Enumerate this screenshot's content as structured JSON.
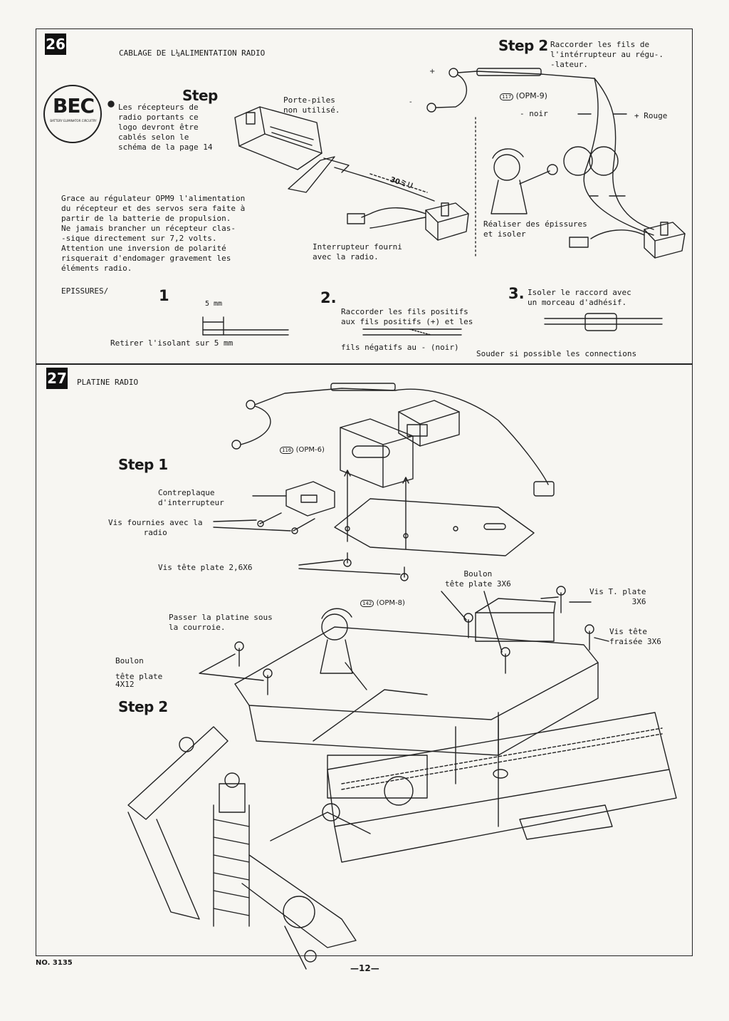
{
  "section26": {
    "number": "26",
    "title": "CABLAGE DE L¼ALIMENTATION RADIO",
    "bec_logo": "BEC",
    "bec_sub": "BATTERY ELIMINATOR CIRCUITRY",
    "step_heading": "Step",
    "bec_note": "Les récepteurs de\nradio portants ce\nlogo devront être\ncablés selon le\nschéma de la page 14",
    "porte_piles": "Porte-piles\nnon utilisé.",
    "cable_length": "30ミリ",
    "interrupteur": "Interrupteur fourni\navec la radio.",
    "grace_text": "Grace au régulateur OPM9 l'alimentation\ndu récepteur et des servos sera faite à\npartir de la batterie de propulsion.\nNe jamais brancher un récepteur clas-\n-sique directement sur 7,2 volts.\nAttention une inversion de polarité\nrisquerait d'endomager gravement les\néléments radio.",
    "step2_heading": "Step 2",
    "step2_text": "Raccorder les fils de\nl'intérrupteur au régu-.\n-lateur.",
    "opm9": "(OPM-9)",
    "opm9_num": "117",
    "plus": "+",
    "minus": "-",
    "noir": "- noir",
    "rouge": "+ Rouge",
    "epissures_note": "Réaliser des épissures\net isoler",
    "epissures_title": "EPISSURES/",
    "e1_num": "1",
    "e1_dim": "5 mm",
    "e1_text": "Retirer l'isolant sur 5 mm",
    "e2_num": "2.",
    "e2_text": "Raccorder les fils positifs\naux fils positifs (+) et les",
    "e2_text2": "fils négatifs au - (noir)",
    "e3_num": "3.",
    "e3_text": "Isoler le raccord avec\nun morceau d'adhésif.",
    "e3_text2": "Souder si possible les connections"
  },
  "section27": {
    "number": "27",
    "title": "PLATINE RADIO",
    "step1_heading": "Step 1",
    "step2_heading": "Step 2",
    "opm6": "(OPM-6)",
    "opm6_num": "116",
    "opm8": "(OPM-8)",
    "opm8_num": "142",
    "contreplaque": "Contreplaque\nd'interrupteur",
    "vis_fournies": "Vis fournies avec la\nradio",
    "vis_tete_plate": "Vis tête plate 2,6X6",
    "boulon_36": "Boulon\ntête plate 3X6",
    "vis_t_plate": "Vis T. plate\n3X6",
    "vis_fraisee": "Vis tête\nfraisée 3X6",
    "passer": "Passer la platine sous\nla courroie.",
    "boulon_412": "Boulon\n\ntête plate\n4X12"
  },
  "footer": {
    "doc_number": "NO. 3135",
    "page": "—12—"
  }
}
